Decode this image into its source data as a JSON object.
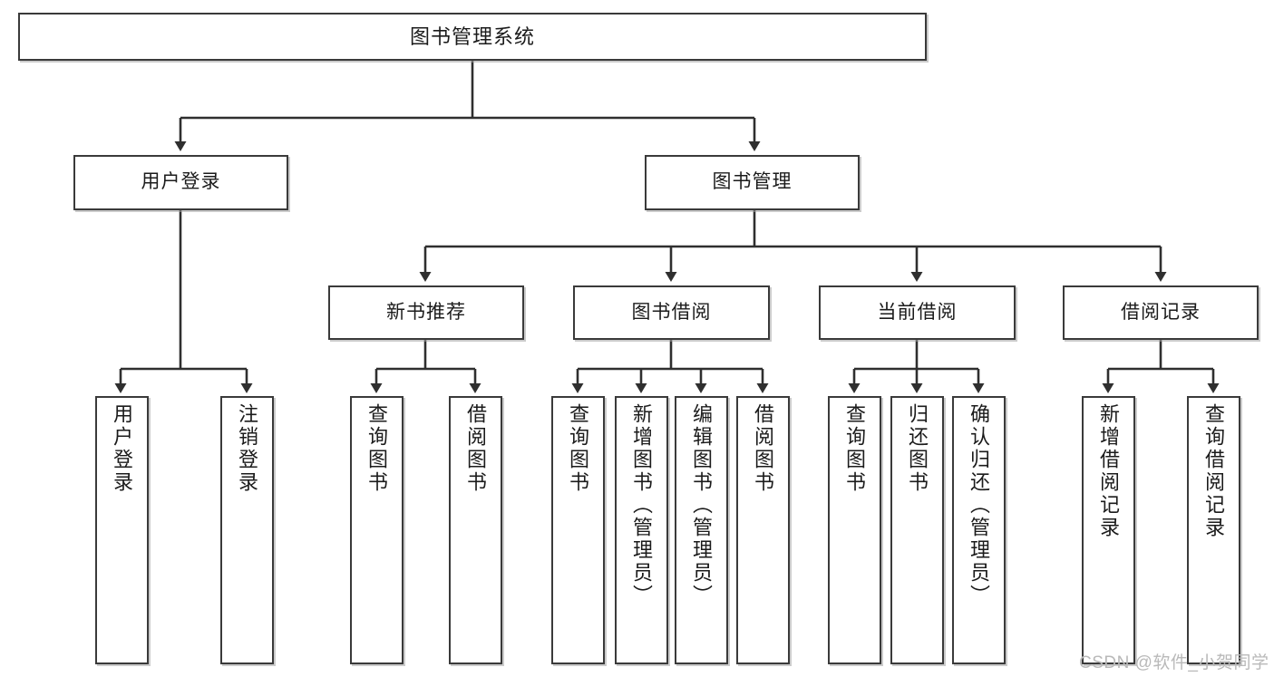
{
  "diagram": {
    "type": "tree",
    "title": "图书管理系统",
    "levels": {
      "root": {
        "label": "图书管理系统"
      },
      "level2": [
        {
          "id": "user-login",
          "label": "用户登录"
        },
        {
          "id": "book-manage",
          "label": "图书管理"
        }
      ],
      "level3": [
        {
          "id": "new-book-recommend",
          "label": "新书推荐"
        },
        {
          "id": "book-borrow",
          "label": "图书借阅"
        },
        {
          "id": "current-borrow",
          "label": "当前借阅"
        },
        {
          "id": "borrow-record",
          "label": "借阅记录"
        }
      ],
      "leaves": {
        "user-login": [
          {
            "id": "leaf-user-login",
            "label": "用户登录"
          },
          {
            "id": "leaf-logout-login",
            "label": "注销登录"
          }
        ],
        "new-book-recommend": [
          {
            "id": "leaf-query-book-1",
            "label": "查询图书"
          },
          {
            "id": "leaf-borrow-book-1",
            "label": "借阅图书"
          }
        ],
        "book-borrow": [
          {
            "id": "leaf-query-book-2",
            "label": "查询图书"
          },
          {
            "id": "leaf-add-book-admin",
            "label": "新增图书（管理员）"
          },
          {
            "id": "leaf-edit-book-admin",
            "label": "编辑图书（管理员）"
          },
          {
            "id": "leaf-borrow-book-2",
            "label": "借阅图书"
          }
        ],
        "current-borrow": [
          {
            "id": "leaf-query-book-3",
            "label": "查询图书"
          },
          {
            "id": "leaf-return-book",
            "label": "归还图书"
          },
          {
            "id": "leaf-confirm-return-admin",
            "label": "确认归还（管理员）"
          }
        ],
        "borrow-record": [
          {
            "id": "leaf-add-borrow-record",
            "label": "新增借阅记录"
          },
          {
            "id": "leaf-query-borrow-record",
            "label": "查询借阅记录"
          }
        ]
      }
    },
    "colors": {
      "box_border": "#3a3a3a",
      "box_fill": "#ffffff",
      "connector": "#2f2f2f",
      "watermark": "#b9b9b9"
    }
  },
  "watermark": {
    "text": "CSDN @软件_小贺同学"
  }
}
